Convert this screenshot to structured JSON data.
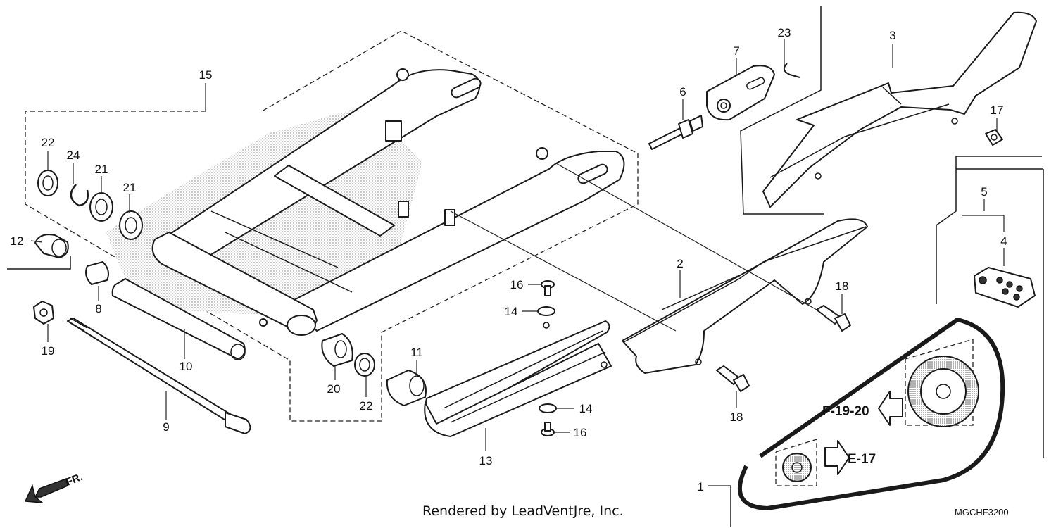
{
  "diagram": {
    "parts": [
      {
        "id": "p1",
        "number": "1"
      },
      {
        "id": "p2",
        "number": "2"
      },
      {
        "id": "p3",
        "number": "3"
      },
      {
        "id": "p4",
        "number": "4"
      },
      {
        "id": "p5",
        "number": "5"
      },
      {
        "id": "p6",
        "number": "6"
      },
      {
        "id": "p7",
        "number": "7"
      },
      {
        "id": "p8",
        "number": "8"
      },
      {
        "id": "p9",
        "number": "9"
      },
      {
        "id": "p10",
        "number": "10"
      },
      {
        "id": "p11",
        "number": "11"
      },
      {
        "id": "p12",
        "number": "12"
      },
      {
        "id": "p13",
        "number": "13"
      },
      {
        "id": "p14a",
        "number": "14"
      },
      {
        "id": "p14b",
        "number": "14"
      },
      {
        "id": "p15",
        "number": "15"
      },
      {
        "id": "p16a",
        "number": "16"
      },
      {
        "id": "p16b",
        "number": "16"
      },
      {
        "id": "p17",
        "number": "17"
      },
      {
        "id": "p18a",
        "number": "18"
      },
      {
        "id": "p18b",
        "number": "18"
      },
      {
        "id": "p19",
        "number": "19"
      },
      {
        "id": "p20",
        "number": "20"
      },
      {
        "id": "p21a",
        "number": "21"
      },
      {
        "id": "p21b",
        "number": "21"
      },
      {
        "id": "p22a",
        "number": "22"
      },
      {
        "id": "p22b",
        "number": "22"
      },
      {
        "id": "p23",
        "number": "23"
      },
      {
        "id": "p24",
        "number": "24"
      }
    ],
    "references": {
      "f1920": "F-19-20",
      "e17": "E-17"
    },
    "front_marker": "FR.",
    "credit": "Rendered by LeadVentJre, Inc.",
    "diagram_code": "MGCHF3200"
  }
}
